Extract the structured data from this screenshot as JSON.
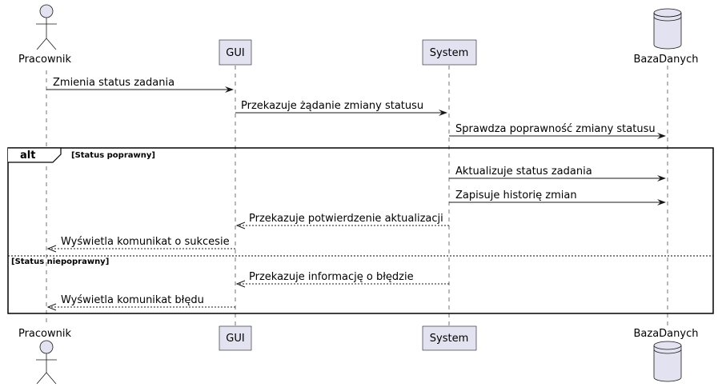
{
  "participants": {
    "actor": "Pracownik",
    "gui": "GUI",
    "system": "System",
    "db": "BazaDanych"
  },
  "messages": {
    "m1": "Zmienia status zadania",
    "m2": "Przekazuje żądanie zmiany statusu",
    "m3": "Sprawdza poprawność zmiany statusu",
    "m4": "Aktualizuje status zadania",
    "m5": "Zapisuje historię zmian",
    "m6": "Przekazuje potwierdzenie aktualizacji",
    "m7": "Wyświetla komunikat o sukcesie",
    "m8": "Przekazuje informację o błędzie",
    "m9": "Wyświetla komunikat błędu"
  },
  "alt": {
    "keyword": "alt",
    "guard1": "[Status poprawny]",
    "guard2": "[Status niepoprawny]"
  },
  "colors": {
    "participant_fill": "#E2E2F0",
    "line": "#181818"
  }
}
